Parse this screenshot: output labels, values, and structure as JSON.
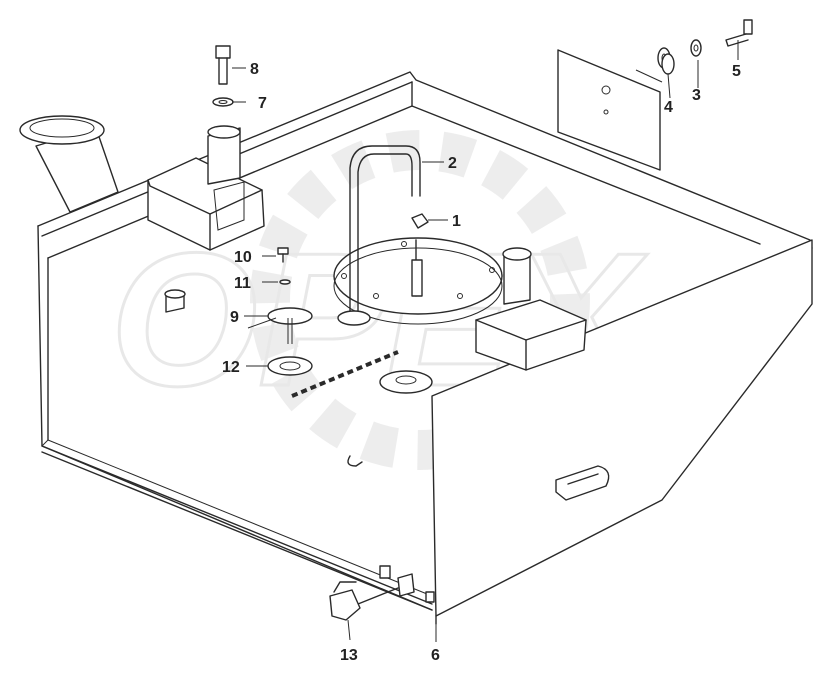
{
  "watermark": "OPEX",
  "callouts": [
    {
      "id": "1",
      "label": "1"
    },
    {
      "id": "2",
      "label": "2"
    },
    {
      "id": "3",
      "label": "3"
    },
    {
      "id": "4",
      "label": "4"
    },
    {
      "id": "5",
      "label": "5"
    },
    {
      "id": "6",
      "label": "6"
    },
    {
      "id": "7",
      "label": "7"
    },
    {
      "id": "8",
      "label": "8"
    },
    {
      "id": "9",
      "label": "9"
    },
    {
      "id": "10",
      "label": "10"
    },
    {
      "id": "11",
      "label": "11"
    },
    {
      "id": "12",
      "label": "12"
    },
    {
      "id": "13",
      "label": "13"
    }
  ],
  "colors": {
    "line": "#2a2a2a",
    "watermark": "#e6e6e6",
    "background": "#ffffff"
  }
}
